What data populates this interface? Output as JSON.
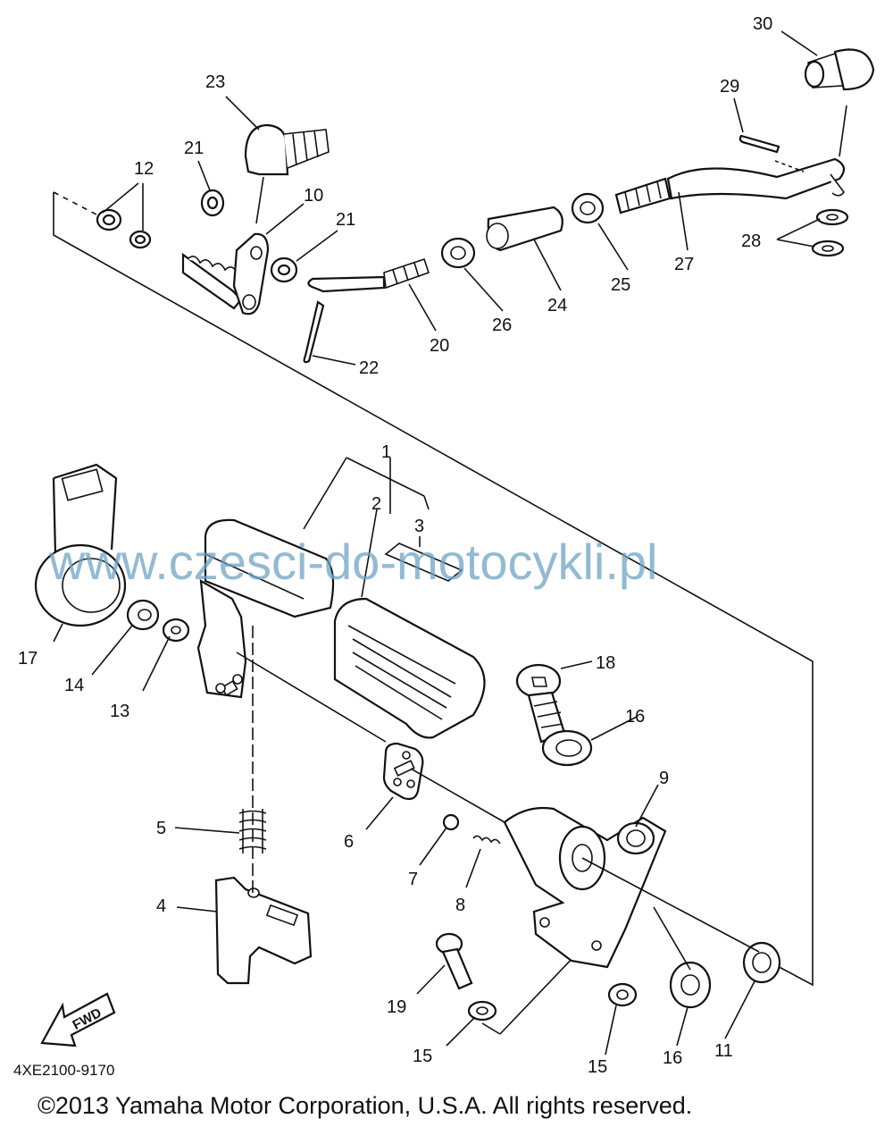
{
  "diagram": {
    "part_labels": [
      "1",
      "2",
      "3",
      "4",
      "5",
      "6",
      "7",
      "8",
      "9",
      "10",
      "11",
      "12",
      "13",
      "14",
      "15",
      "16",
      "17",
      "18",
      "19",
      "20",
      "21",
      "22",
      "23",
      "24",
      "25",
      "26",
      "27",
      "28",
      "29",
      "30"
    ],
    "extra_labels": {
      "label_21b": "21",
      "label_15b": "15",
      "label_16b": "16"
    },
    "watermark": "www.czesci-do-motocykli.pl",
    "fwd_arrow": "FWD",
    "part_code": "4XE2100-9170",
    "copyright": "©2013 Yamaha Motor Corporation, U.S.A. All rights reserved."
  }
}
